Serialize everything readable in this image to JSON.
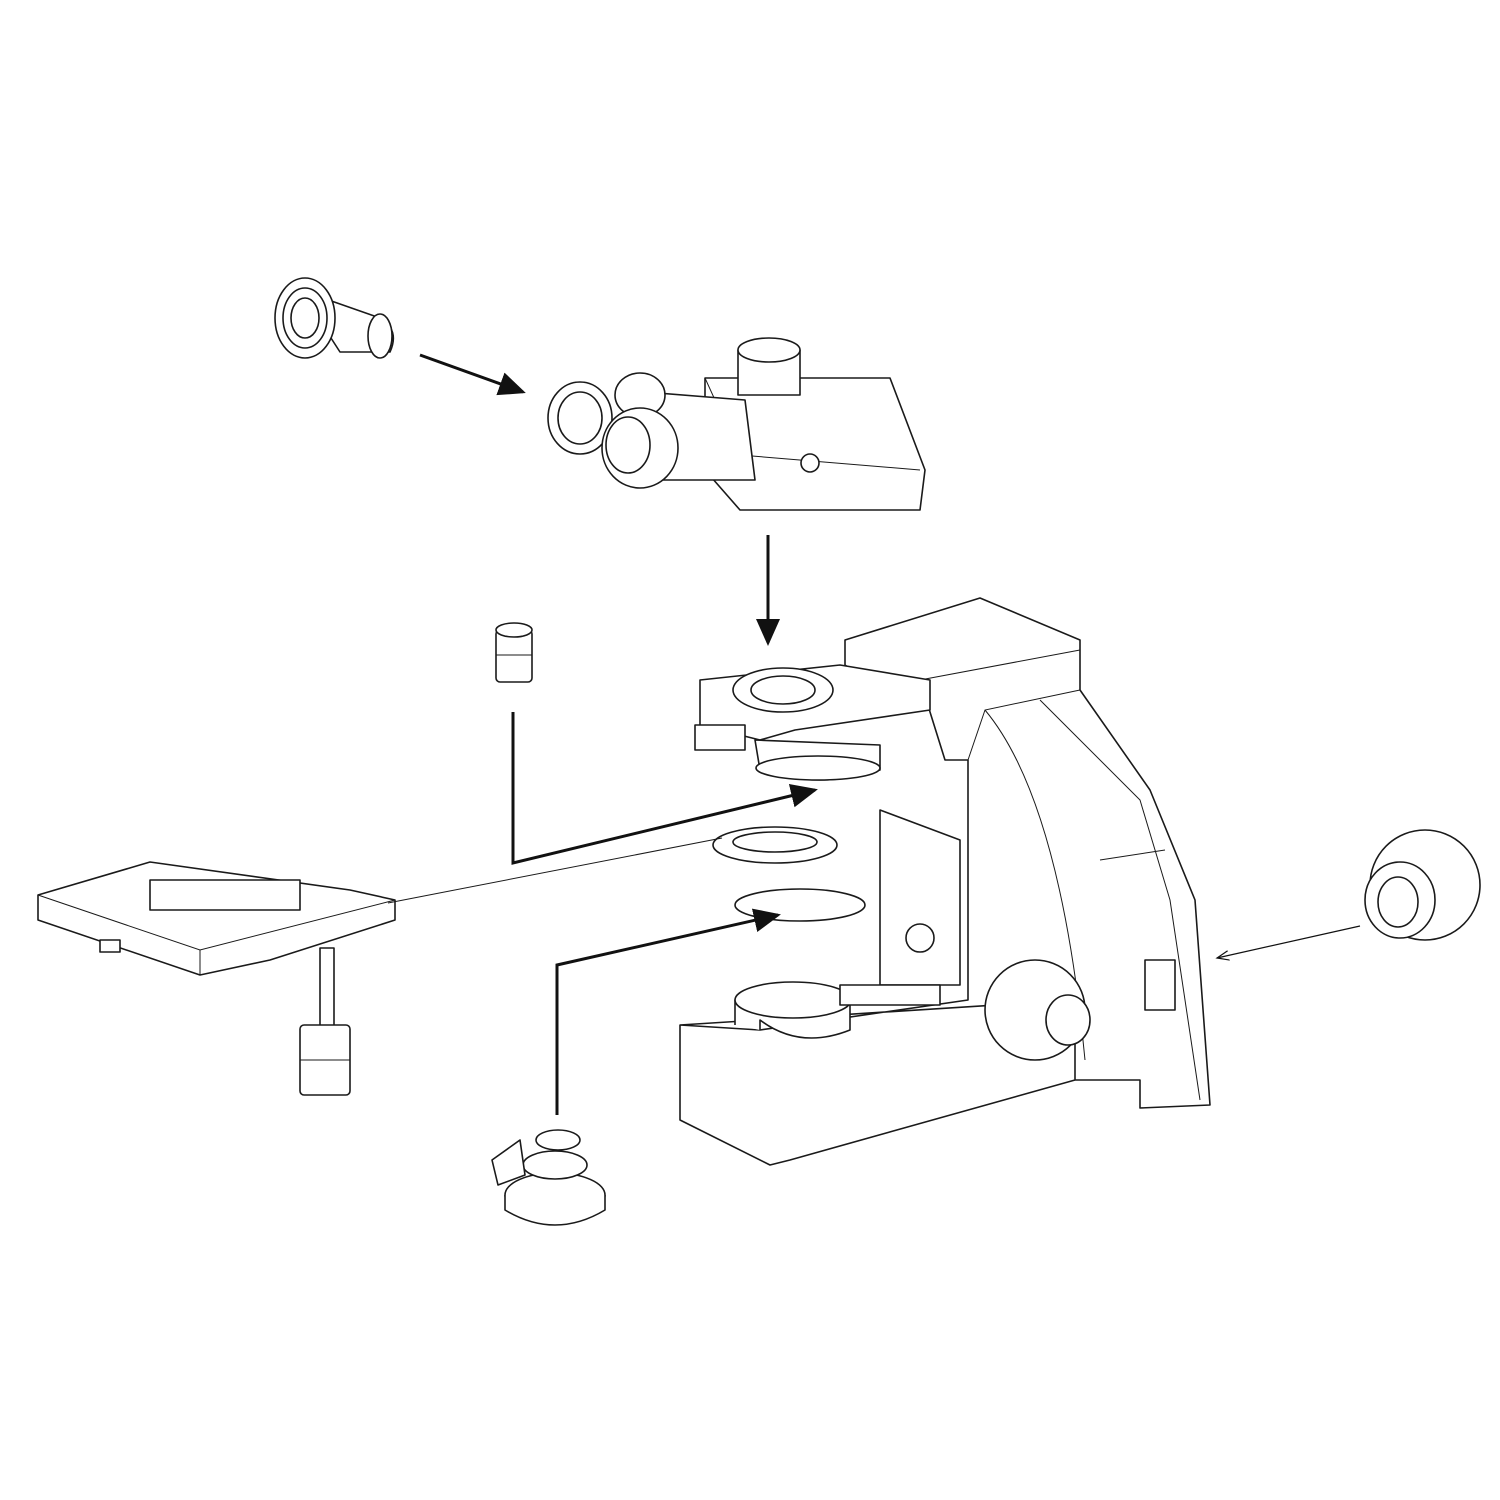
{
  "diagram": {
    "type": "exploded-assembly-line-drawing",
    "line_color": "#1a1a1a",
    "background_color": "#ffffff",
    "components": [
      {
        "id": "eyepiece"
      },
      {
        "id": "trinocular-head"
      },
      {
        "id": "objective"
      },
      {
        "id": "microscope-stand"
      },
      {
        "id": "mechanical-stage"
      },
      {
        "id": "condenser"
      },
      {
        "id": "camera-adapter"
      }
    ]
  }
}
